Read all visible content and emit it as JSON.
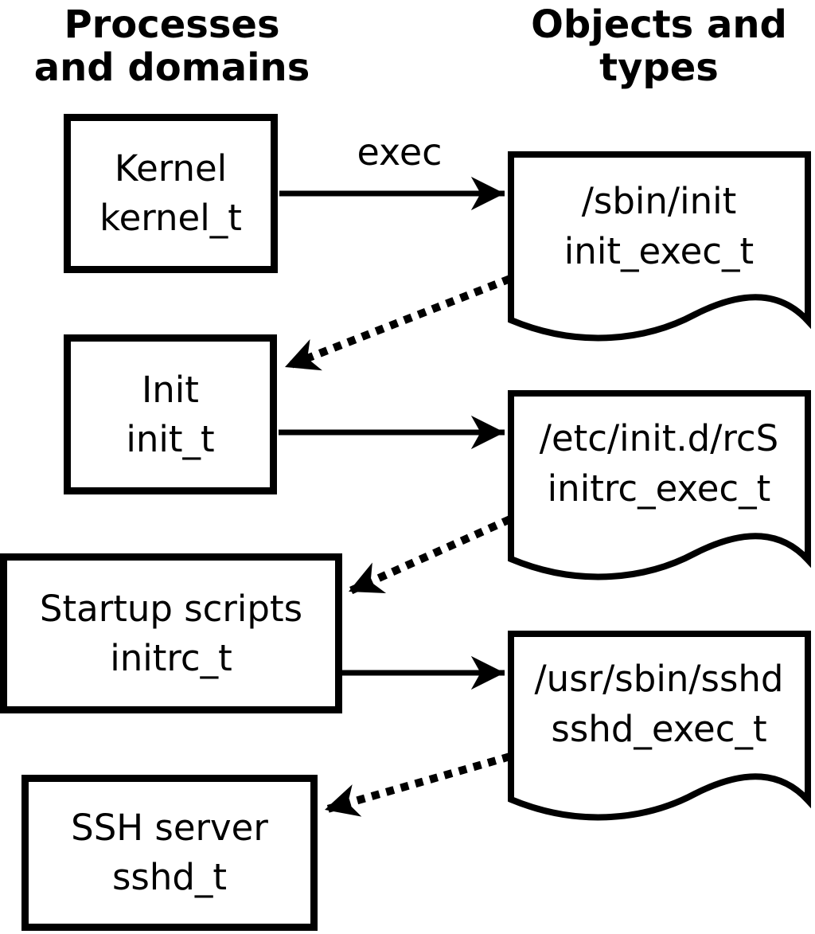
{
  "diagram": {
    "columns": {
      "left": {
        "line1": "Processes",
        "line2": "and domains"
      },
      "right": {
        "line1": "Objects and",
        "line2": "types"
      }
    },
    "edge_label": "exec",
    "processes": [
      {
        "name": "Kernel",
        "type": "kernel_t"
      },
      {
        "name": "Init",
        "type": "init_t"
      },
      {
        "name": "Startup scripts",
        "type": "initrc_t"
      },
      {
        "name": "SSH server",
        "type": "sshd_t"
      }
    ],
    "objects": [
      {
        "path": "/sbin/init",
        "type": "init_exec_t"
      },
      {
        "path": "/etc/init.d/rcS",
        "type": "initrc_exec_t"
      },
      {
        "path": "/usr/sbin/sshd",
        "type": "sshd_exec_t"
      }
    ],
    "colors": {
      "ink": "#000000",
      "background": "#ffffff"
    }
  }
}
